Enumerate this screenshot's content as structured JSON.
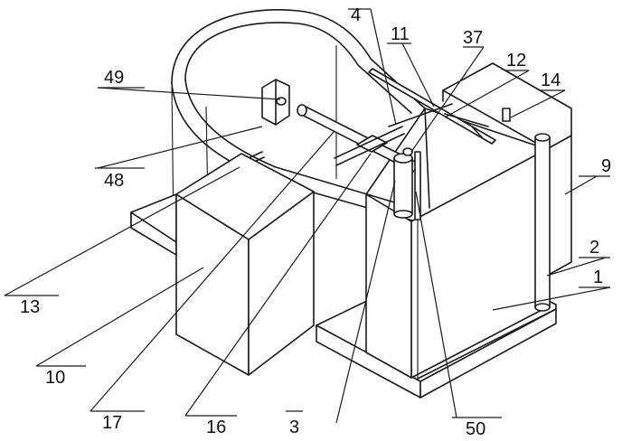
{
  "labels": {
    "l1": "1",
    "l2": "2",
    "l3": "3",
    "l4": "4",
    "l9": "9",
    "l10": "10",
    "l11": "11",
    "l12": "12",
    "l13": "13",
    "l14": "14",
    "l16": "16",
    "l17": "17",
    "l37": "37",
    "l48": "48",
    "l49": "49",
    "l50": "50"
  }
}
